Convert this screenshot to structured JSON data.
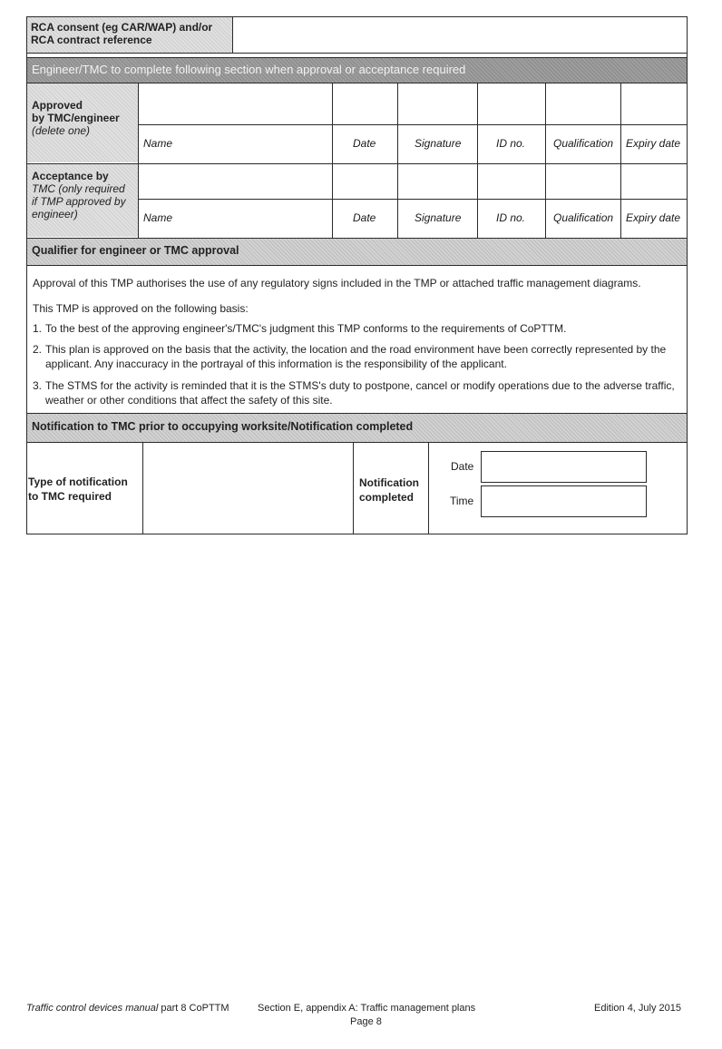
{
  "rca": {
    "label_line1": "RCA consent (eg CAR/WAP) and/or",
    "label_line2": "RCA contract reference"
  },
  "engineer_section": {
    "header": "Engineer/TMC to complete following section when approval or acceptance required",
    "approved_line1": "Approved",
    "approved_line2": "by TMC/engineer",
    "approved_line3": "(delete one)",
    "acceptance_line1": "Acceptance by",
    "acceptance_line2": "TMC (only required",
    "acceptance_line3": "if TMP approved by",
    "acceptance_line4": "engineer)",
    "columns": [
      "Name",
      "Date",
      "Signature",
      "ID no.",
      "Qualification",
      "Expiry date"
    ]
  },
  "qualifier": {
    "header": "Qualifier for engineer or TMC approval",
    "para1": "Approval of this TMP authorises the use of any regulatory signs included in the TMP or attached traffic management diagrams.",
    "para2": "This TMP is approved on the following basis:",
    "items": [
      {
        "num": "1.",
        "lines": [
          "To the best of the approving engineer's/TMC's judgment this TMP conforms to the requirements of CoPTTM."
        ]
      },
      {
        "num": "2.",
        "lines": [
          "This plan is approved on the basis that the activity, the location and the road environment have been correctly represented by the",
          "applicant. Any inaccuracy in the portrayal of this information is the responsibility of the applicant."
        ]
      },
      {
        "num": "3.",
        "lines": [
          "The STMS for the activity is reminded that it is the STMS's duty to postpone, cancel or modify operations due to the adverse traffic,",
          "weather or other conditions that affect the safety of this site."
        ]
      }
    ]
  },
  "notification": {
    "header": "Notification to TMC prior to occupying worksite/Notification completed",
    "type_line1": "Type of notification",
    "type_line2": "to TMC required",
    "completed_line1": "Notification",
    "completed_line2": "completed",
    "date_label": "Date",
    "time_label": "Time"
  },
  "footer": {
    "title_italic": "Traffic control devices manual",
    "title_rest": " part 8 CoPTTM",
    "section": "Section E, appendix A: Traffic management plans",
    "edition": "Edition 4, July 2015",
    "page": "Page 8"
  }
}
